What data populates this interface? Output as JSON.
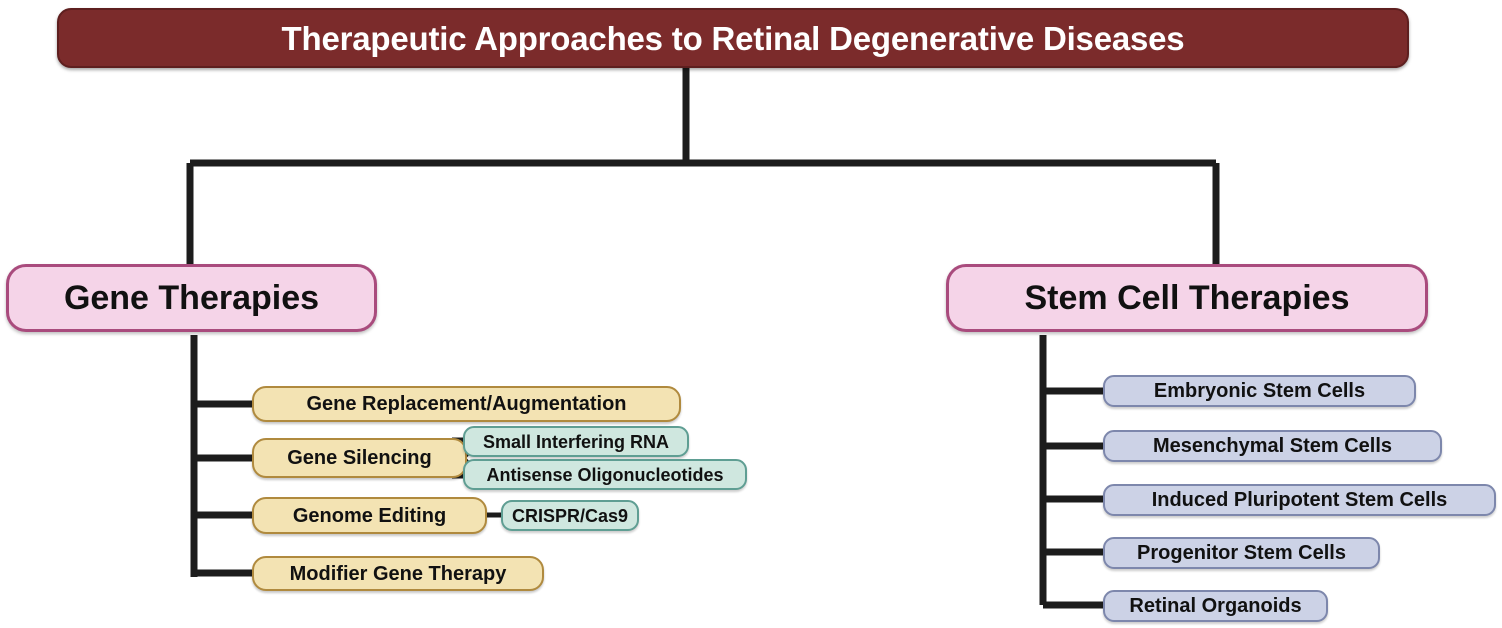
{
  "title": {
    "label": "Therapeutic Approaches to Retinal Degenerative Diseases",
    "fill": "#7b2b2b",
    "text_color": "#ffffff"
  },
  "colors": {
    "connector": "#1c1c1c",
    "branch_fill": "#f5d4e8",
    "branch_border": "#a94b7d",
    "tan_fill": "#f3e3b3",
    "tan_border": "#b08a3e",
    "mint_fill": "#cfe7df",
    "mint_border": "#5f9e93",
    "blue_fill": "#ccd2e6",
    "blue_border": "#7d87ac",
    "background": "#ffffff"
  },
  "branches": [
    {
      "id": "gene-therapies",
      "label": "Gene Therapies",
      "children": [
        {
          "label": "Gene Replacement/Augmentation",
          "subchildren": []
        },
        {
          "label": "Gene Silencing",
          "subchildren": [
            "Small Interfering RNA",
            "Antisense Oligonucleotides"
          ]
        },
        {
          "label": "Genome Editing",
          "subchildren": [
            "CRISPR/Cas9"
          ]
        },
        {
          "label": "Modifier Gene Therapy",
          "subchildren": []
        }
      ]
    },
    {
      "id": "stem-cell-therapies",
      "label": "Stem Cell Therapies",
      "children": [
        {
          "label": "Embryonic Stem Cells",
          "subchildren": []
        },
        {
          "label": "Mesenchymal Stem Cells",
          "subchildren": []
        },
        {
          "label": "Induced Pluripotent Stem Cells",
          "subchildren": []
        },
        {
          "label": "Progenitor Stem Cells",
          "subchildren": []
        },
        {
          "label": "Retinal Organoids",
          "subchildren": []
        }
      ]
    }
  ],
  "leaf_labels": {
    "gene_replacement": "Gene Replacement/Augmentation",
    "gene_silencing": "Gene Silencing",
    "genome_editing": "Genome Editing",
    "modifier_gene_therapy": "Modifier Gene Therapy",
    "small_interfering_rna": "Small Interfering RNA",
    "antisense_oligonucleotides": "Antisense Oligonucleotides",
    "crispr_cas9": "CRISPR/Cas9",
    "embryonic_stem_cells": "Embryonic Stem Cells",
    "mesenchymal_stem_cells": "Mesenchymal Stem Cells",
    "induced_pluripotent_stem_cells": "Induced Pluripotent Stem Cells",
    "progenitor_stem_cells": "Progenitor Stem Cells",
    "retinal_organoids": "Retinal Organoids"
  }
}
